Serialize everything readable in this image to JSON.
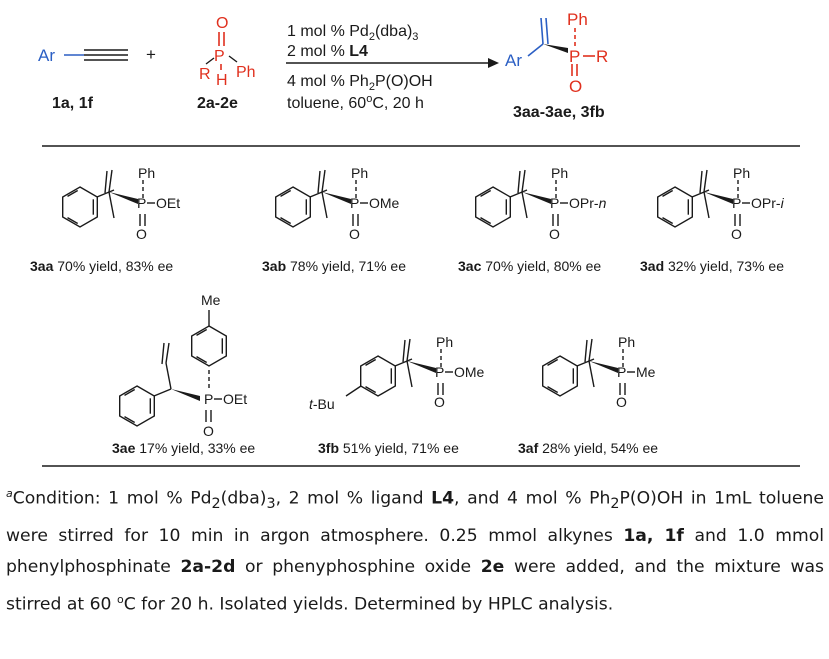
{
  "scheme": {
    "reactant1": {
      "group": "Ar",
      "label": "1a, 1f"
    },
    "plus": "+",
    "reactant2": {
      "atom_o": "O",
      "atom_p": "P",
      "atom_h": "H",
      "r": "R",
      "ph": "Ph",
      "label": "2a-2e"
    },
    "conditions_above": [
      "1 mol % Pd",
      "2",
      "(dba)",
      "3",
      "2 mol % ",
      "L4"
    ],
    "conditions_below": [
      "4 mol % Ph",
      "2",
      "P(O)OH",
      "toluene, 60",
      "o",
      "C, 20 h"
    ],
    "product": {
      "ar": "Ar",
      "ph": "Ph",
      "p": "P",
      "r": "R",
      "o": "O",
      "label": "3aa-3ae, 3fb"
    }
  },
  "compounds": [
    {
      "id": "3aa",
      "substituent": "OEt",
      "yield_text": "70% yield, 83% ee"
    },
    {
      "id": "3ab",
      "substituent": "OMe",
      "yield_text": "78% yield, 71% ee"
    },
    {
      "id": "3ac",
      "substituent": "OPr-",
      "substituent_italic": "n",
      "yield_text": "70% yield, 80% ee"
    },
    {
      "id": "3ad",
      "substituent": "OPr-",
      "substituent_italic": "i",
      "yield_text": "32% yield, 73% ee"
    },
    {
      "id": "3ae",
      "substituent": "OEt",
      "extra_group": "Me",
      "yield_text": "17% yield, 33% ee"
    },
    {
      "id": "3fb",
      "substituent": "OMe",
      "extra_group_italic": "t",
      "extra_group": "-Bu",
      "yield_text": "51% yield, 71% ee"
    },
    {
      "id": "3af",
      "substituent": "Me",
      "yield_text": "28% yield, 54% ee"
    }
  ],
  "atoms": {
    "ph": "Ph",
    "p": "P",
    "o": "O"
  },
  "footnote": {
    "marker": "a",
    "segments": [
      "Condition: 1 mol % Pd",
      "2",
      "(dba)",
      "3",
      ", 2 mol % ligand ",
      "L4",
      ", and 4 mol % Ph",
      "2",
      "P(O)OH in 1mL toluene were stirred for 10 min in argon atmosphere. 0.25 mmol alkynes ",
      "1a, 1f",
      " and 1.0 mmol phenylphosphinate ",
      "2a-2d",
      " or phenyphosphine oxide ",
      "2e",
      " were added, and the mixture was stirred at 60 ",
      "o",
      "C for 20 h. Isolated yields. Determined by HPLC analysis."
    ]
  }
}
